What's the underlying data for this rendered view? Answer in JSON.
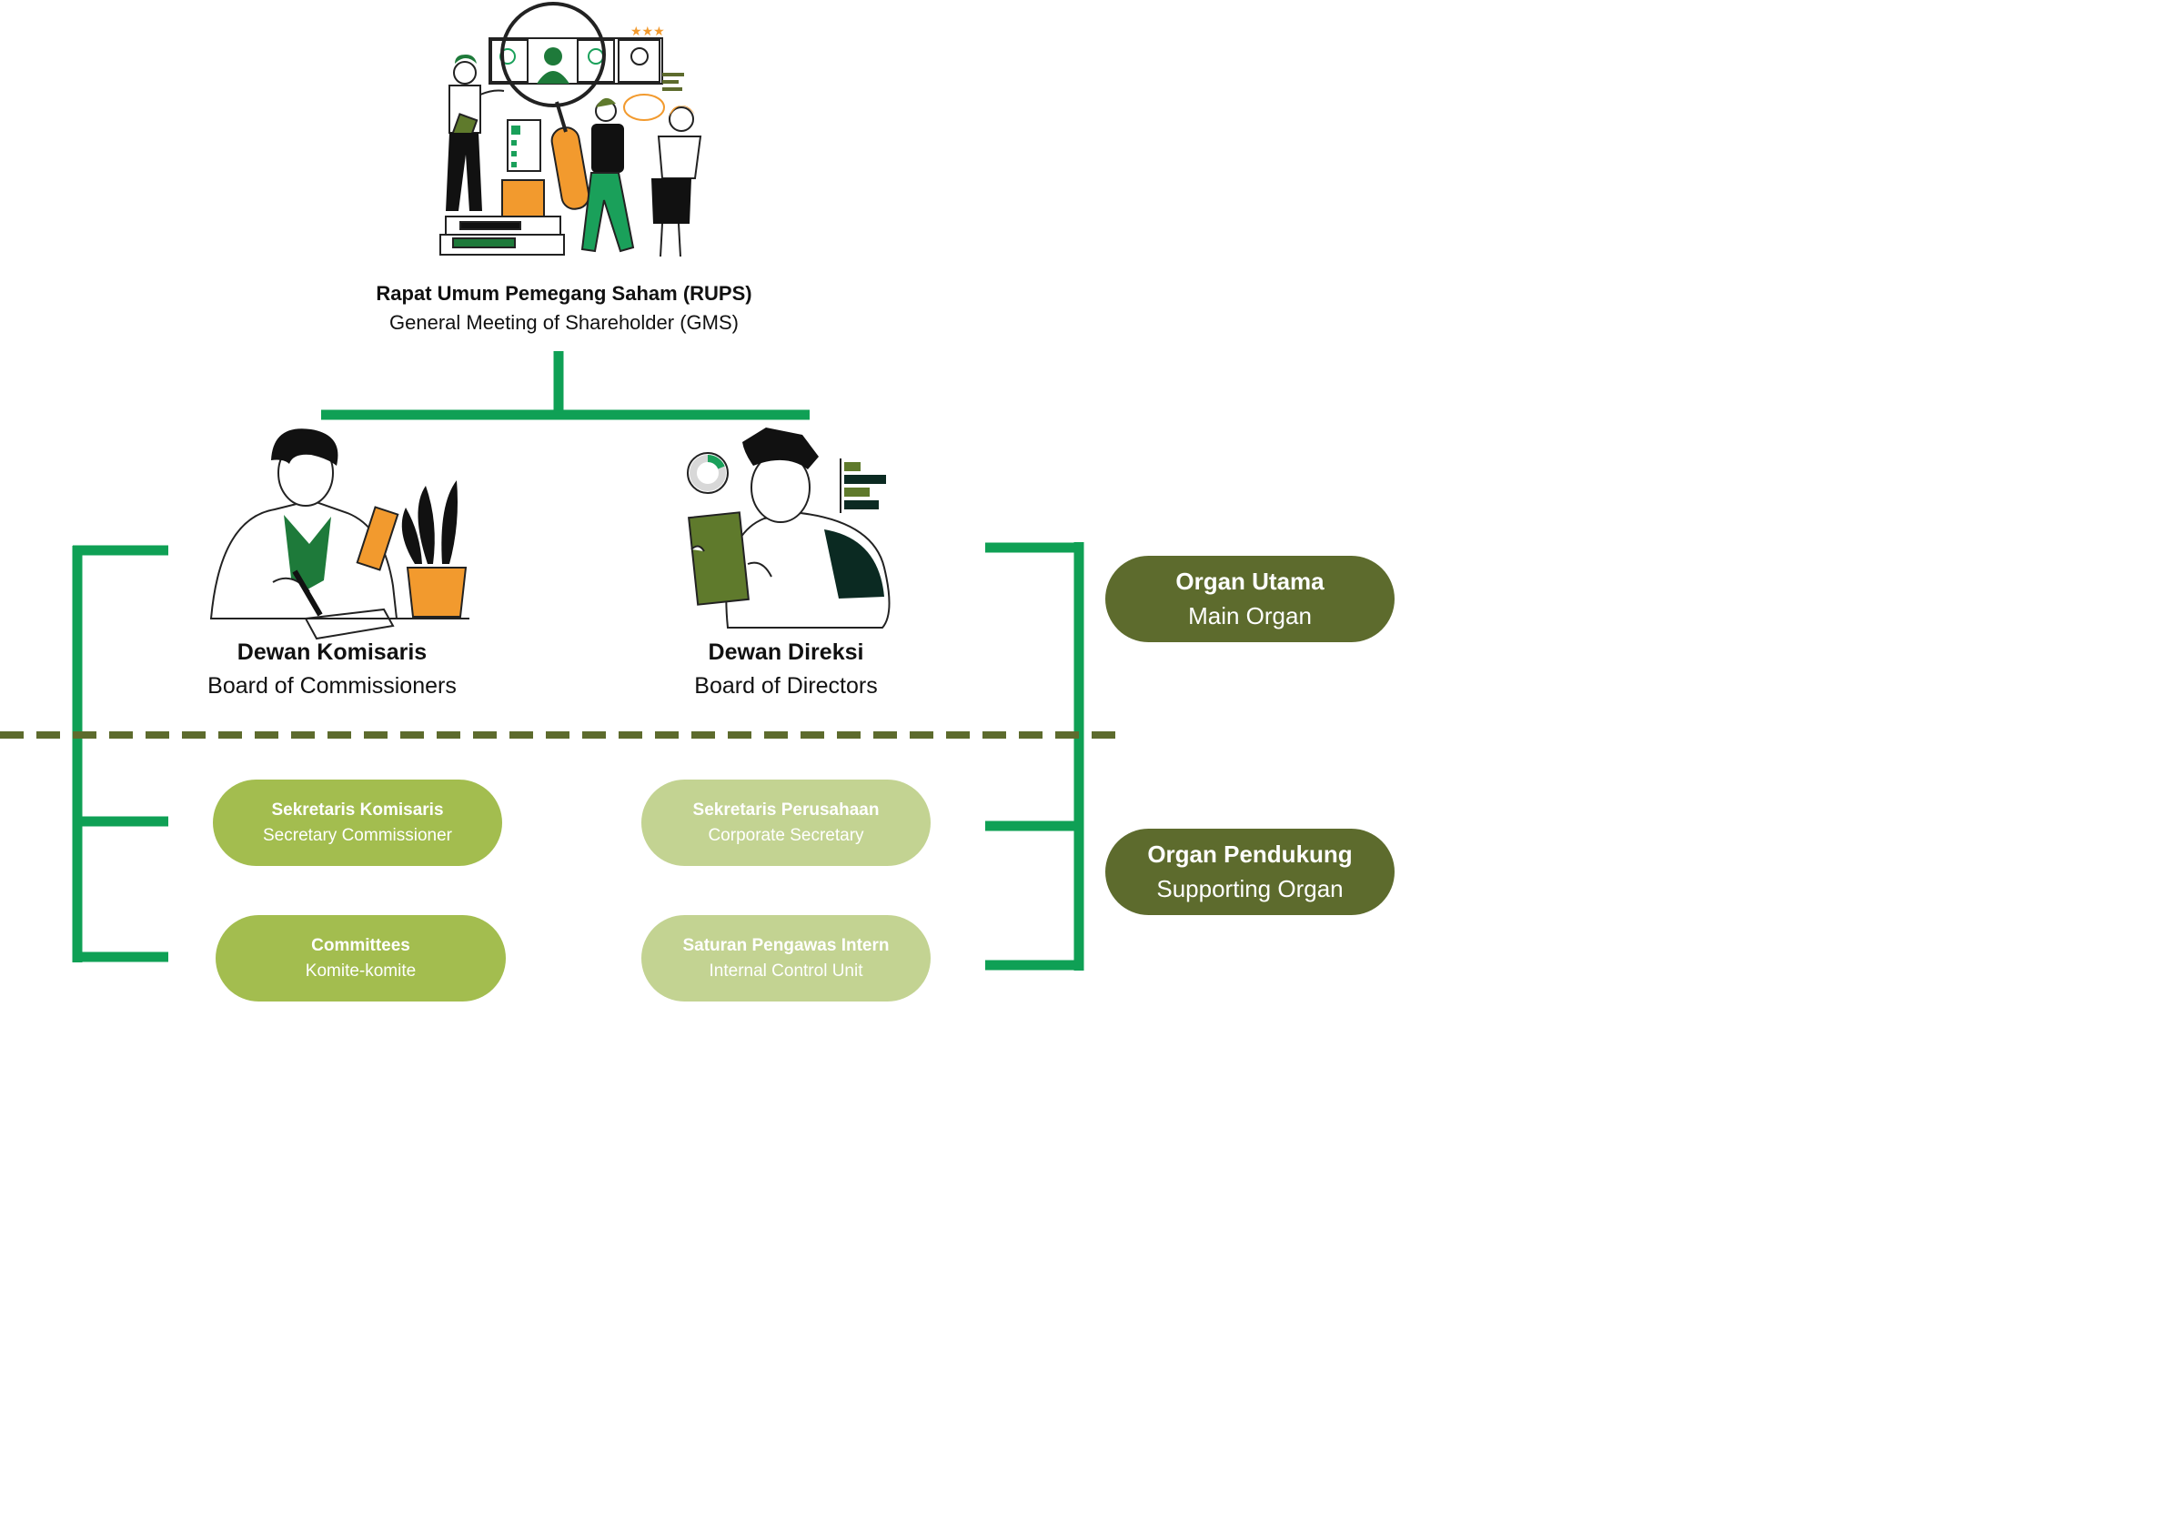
{
  "gms": {
    "title": "Rapat Umum Pemegang Saham (RUPS)",
    "subtitle": "General Meeting of Shareholder (GMS)"
  },
  "commissioners": {
    "title": "Dewan Komisaris",
    "subtitle": "Board of Commissioners"
  },
  "directors": {
    "title": "Dewan Direksi",
    "subtitle": "Board of Directors"
  },
  "supporting_left": [
    {
      "title": "Sekretaris Komisaris",
      "subtitle": "Secretary Commissioner",
      "color": "#a3bd4f"
    },
    {
      "title": "Committees",
      "subtitle": "Komite-komite",
      "color": "#a3bd4f"
    }
  ],
  "supporting_right": [
    {
      "title": "Sekretaris Perusahaan",
      "subtitle": "Corporate Secretary",
      "color": "#c3d392"
    },
    {
      "title": "Saturan Pengawas Intern",
      "subtitle": "Internal Control Unit",
      "color": "#c3d392"
    }
  ],
  "legend": {
    "main": {
      "title": "Organ Utama",
      "subtitle": "Main Organ"
    },
    "supporting": {
      "title": "Organ Pendukung",
      "subtitle": "Supporting Organ"
    }
  },
  "colors": {
    "connector_green": "#0fa055",
    "divider_olive": "#5d6b2d",
    "legend_olive": "#5d6b2d",
    "accent_orange": "#f29a2e",
    "dark_green": "#0b2a22",
    "mid_green": "#5f7a2c"
  },
  "icons": {
    "gms_illustration": "meeting-magnifier-illustration",
    "commissioners_illustration": "man-signing-document-illustration",
    "directors_illustration": "man-with-tablet-illustration"
  }
}
